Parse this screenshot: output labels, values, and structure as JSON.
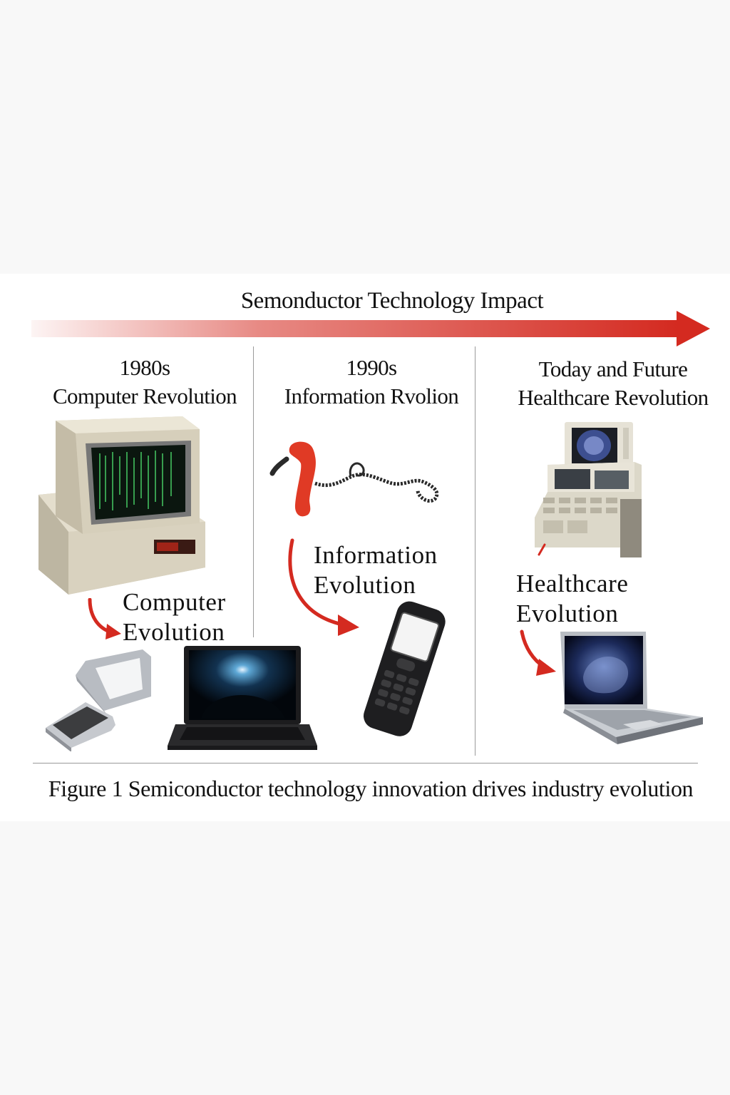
{
  "header": {
    "impact_title": "Semonductor Technology Impact"
  },
  "eras": [
    {
      "period": "1980s",
      "title": "Computer Revolution",
      "evolution_line1": "Computer",
      "evolution_line2": "Evolution"
    },
    {
      "period": "1990s",
      "title": "Information Rvolion",
      "evolution_line1": "Information",
      "evolution_line2": "Evolution"
    },
    {
      "period": "Today and Future",
      "title": "Healthcare Revolution",
      "evolution_line1": "Healthcare",
      "evolution_line2": "Evolution"
    }
  ],
  "caption": "Figure 1 Semiconductor technology innovation drives industry evolution",
  "colors": {
    "arrow_red": "#d42a20",
    "beige": "#d9d2bf",
    "terminal_green": "#3fb55a",
    "phone_red": "#e03a25",
    "divider_gray": "#9a9a9a"
  },
  "icons": [
    "retro-computer-icon",
    "portable-device-icon",
    "laptop-icon",
    "corded-phone-icon",
    "mobile-phone-icon",
    "medical-scanner-icon",
    "medical-laptop-icon"
  ]
}
